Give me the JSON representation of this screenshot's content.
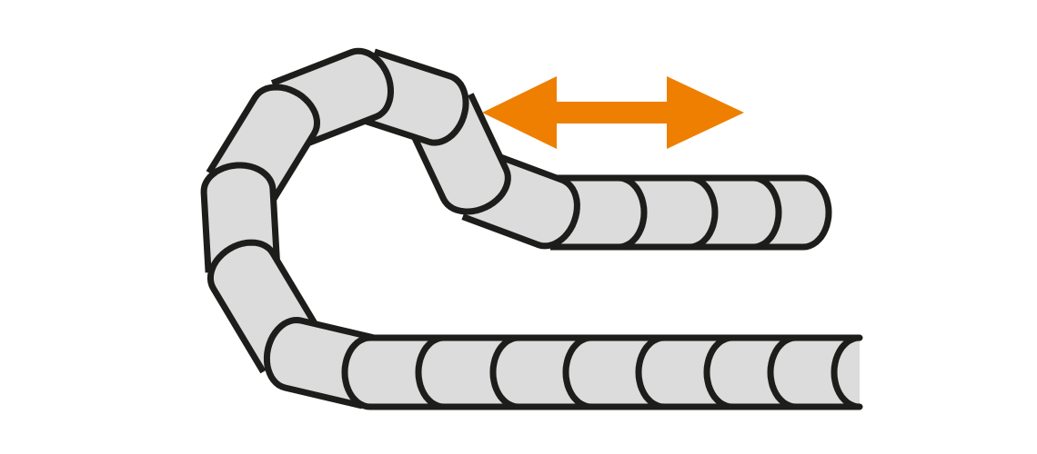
{
  "diagram": {
    "elements": [
      "cable-carrier-chain",
      "double-headed-arrow"
    ],
    "colors": {
      "link_fill": "#dcdcdc",
      "outline": "#1d1d1b",
      "arrow": "#ee7f00",
      "background": "#ffffff"
    },
    "arrow_direction": "horizontal-bidirectional"
  }
}
